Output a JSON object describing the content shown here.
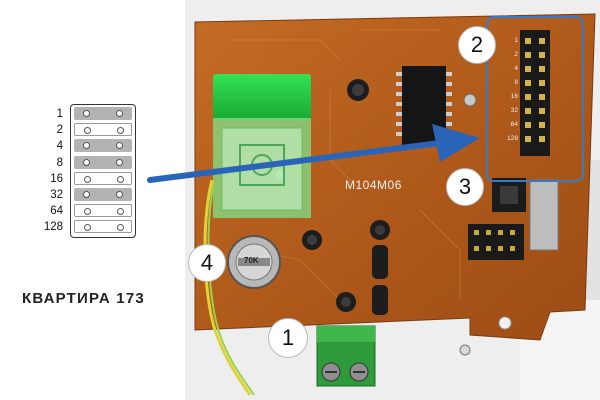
{
  "legend": {
    "rows": [
      {
        "value": "1",
        "state": "on"
      },
      {
        "value": "2",
        "state": "off"
      },
      {
        "value": "4",
        "state": "on"
      },
      {
        "value": "8",
        "state": "on"
      },
      {
        "value": "16",
        "state": "off"
      },
      {
        "value": "32",
        "state": "on"
      },
      {
        "value": "64",
        "state": "off"
      },
      {
        "value": "128",
        "state": "off"
      }
    ]
  },
  "apartment_label": "КВАРТИРА 173",
  "board": {
    "chip_label": "M104M06",
    "resistor_label": "70K"
  },
  "header_labels": [
    "1",
    "2",
    "4",
    "8",
    "16",
    "32",
    "64",
    "128"
  ],
  "callouts": [
    "1",
    "2",
    "3",
    "4"
  ],
  "colors": {
    "board": "#b55e1e",
    "relay": "#25c944",
    "arrow": "#2a64b8",
    "highlight_box": "#3c78c2",
    "terminal_block": "#2f9a3a"
  }
}
